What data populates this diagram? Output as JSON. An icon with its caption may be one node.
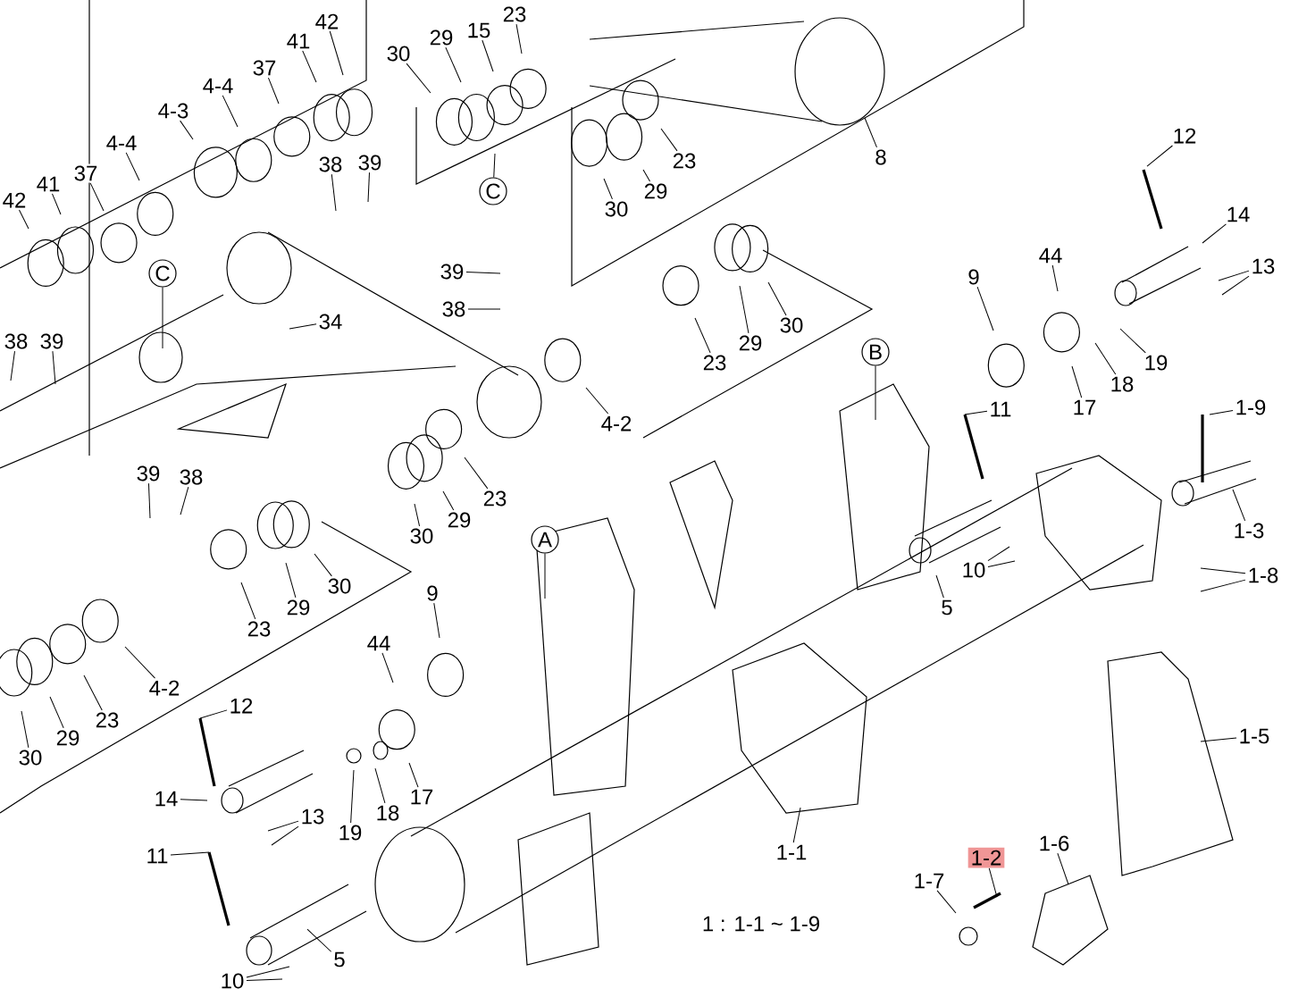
{
  "diagram": {
    "nodes": [
      {
        "text": [
          "42"
        ]
      },
      {
        "text": [
          "41"
        ]
      },
      {
        "text": [
          "23"
        ]
      },
      {
        "text": [
          "15"
        ]
      },
      {
        "text": [
          "29"
        ]
      },
      {
        "text": [
          "30"
        ]
      },
      {
        "text": [
          "37"
        ]
      },
      {
        "text": [
          "4-4"
        ]
      },
      {
        "text": [
          "4-3"
        ]
      },
      {
        "text": [
          "4-4"
        ]
      },
      {
        "text": [
          "8"
        ]
      },
      {
        "text": [
          "23"
        ]
      },
      {
        "text": [
          "38"
        ]
      },
      {
        "text": [
          "39"
        ]
      },
      {
        "text": [
          "37"
        ]
      },
      {
        "text": [
          "41"
        ]
      },
      {
        "text": [
          "29"
        ]
      },
      {
        "text": [
          "C"
        ]
      },
      {
        "text": [
          "42"
        ]
      },
      {
        "text": [
          "30"
        ]
      },
      {
        "text": [
          "12"
        ]
      },
      {
        "text": [
          "14"
        ]
      },
      {
        "text": [
          "44"
        ]
      },
      {
        "text": [
          "13"
        ]
      },
      {
        "text": [
          "C"
        ]
      },
      {
        "text": [
          "39"
        ]
      },
      {
        "text": [
          "9"
        ]
      },
      {
        "text": [
          "38"
        ]
      },
      {
        "text": [
          "34"
        ]
      },
      {
        "text": [
          "30"
        ]
      },
      {
        "text": [
          "38"
        ]
      },
      {
        "text": [
          "39"
        ]
      },
      {
        "text": [
          "29"
        ]
      },
      {
        "text": [
          "B"
        ]
      },
      {
        "text": [
          "23"
        ]
      },
      {
        "text": [
          "19"
        ]
      },
      {
        "text": [
          "18"
        ]
      },
      {
        "text": [
          "1-9"
        ]
      },
      {
        "text": [
          "17"
        ]
      },
      {
        "text": [
          "11"
        ]
      },
      {
        "text": [
          "4-2"
        ]
      },
      {
        "text": [
          "39"
        ]
      },
      {
        "text": [
          "38"
        ]
      },
      {
        "text": [
          "23"
        ]
      },
      {
        "text": [
          "29"
        ]
      },
      {
        "text": [
          "30"
        ]
      },
      {
        "text": [
          "1-3"
        ]
      },
      {
        "text": [
          "A"
        ]
      },
      {
        "text": [
          "1-8"
        ]
      },
      {
        "text": [
          "10"
        ]
      },
      {
        "text": [
          "30"
        ]
      },
      {
        "text": [
          "9"
        ]
      },
      {
        "text": [
          "29"
        ]
      },
      {
        "text": [
          "5"
        ]
      },
      {
        "text": [
          "23"
        ]
      },
      {
        "text": [
          "44"
        ]
      },
      {
        "text": [
          "4-2"
        ]
      },
      {
        "text": [
          "12"
        ]
      },
      {
        "text": [
          "23"
        ]
      },
      {
        "text": [
          "1-5"
        ]
      },
      {
        "text": [
          "29"
        ]
      },
      {
        "text": [
          "30"
        ]
      },
      {
        "text": [
          "17"
        ]
      },
      {
        "text": [
          "14"
        ]
      },
      {
        "text": [
          "18"
        ]
      },
      {
        "text": [
          "13"
        ]
      },
      {
        "text": [
          "19"
        ]
      },
      {
        "text": [
          "1-6"
        ]
      },
      {
        "text": [
          "1-1"
        ]
      },
      {
        "text": [
          "1-2"
        ]
      },
      {
        "text": [
          "11"
        ]
      },
      {
        "text": [
          "1-7"
        ]
      },
      {
        "text": [
          "5"
        ]
      },
      {
        "text": [
          "10"
        ]
      }
    ],
    "edges": [
      {
        "from": 0,
        "to": null,
        "arrow": "none"
      },
      {
        "from": 1,
        "to": null,
        "arrow": "none"
      },
      {
        "from": 2,
        "to": null,
        "arrow": "none"
      },
      {
        "from": 3,
        "to": null,
        "arrow": "none"
      },
      {
        "from": 4,
        "to": null,
        "arrow": "none"
      },
      {
        "from": 5,
        "to": null,
        "arrow": "none"
      },
      {
        "from": 6,
        "to": null,
        "arrow": "none"
      },
      {
        "from": 7,
        "to": null,
        "arrow": "none"
      },
      {
        "from": 8,
        "to": null,
        "arrow": "none"
      },
      {
        "from": 9,
        "to": null,
        "arrow": "none"
      },
      {
        "from": 10,
        "to": null,
        "arrow": "none"
      },
      {
        "from": 11,
        "to": null,
        "arrow": "none"
      },
      {
        "from": 12,
        "to": null,
        "arrow": "none"
      },
      {
        "from": 13,
        "to": null,
        "arrow": "none"
      },
      {
        "from": 14,
        "to": null,
        "arrow": "none"
      },
      {
        "from": 15,
        "to": null,
        "arrow": "none"
      },
      {
        "from": 16,
        "to": null,
        "arrow": "none"
      },
      {
        "from": 17,
        "to": null,
        "arrow": "none"
      },
      {
        "from": 18,
        "to": null,
        "arrow": "none"
      },
      {
        "from": 19,
        "to": null,
        "arrow": "none"
      },
      {
        "from": 20,
        "to": null,
        "arrow": "none"
      },
      {
        "from": 21,
        "to": null,
        "arrow": "none"
      },
      {
        "from": 22,
        "to": null,
        "arrow": "none"
      },
      {
        "from": 23,
        "to": null,
        "arrow": "none"
      },
      {
        "from": 23,
        "to": null,
        "arrow": "none"
      },
      {
        "from": 24,
        "to": null,
        "arrow": "none"
      },
      {
        "from": 25,
        "to": null,
        "arrow": "none"
      },
      {
        "from": 26,
        "to": null,
        "arrow": "none"
      },
      {
        "from": 27,
        "to": null,
        "arrow": "none"
      },
      {
        "from": 28,
        "to": null,
        "arrow": "none"
      },
      {
        "from": 29,
        "to": null,
        "arrow": "none"
      },
      {
        "from": 30,
        "to": null,
        "arrow": "none"
      },
      {
        "from": 31,
        "to": null,
        "arrow": "none"
      },
      {
        "from": 32,
        "to": null,
        "arrow": "none"
      },
      {
        "from": 33,
        "to": null,
        "arrow": "none"
      },
      {
        "from": 34,
        "to": null,
        "arrow": "none"
      },
      {
        "from": 35,
        "to": null,
        "arrow": "none"
      },
      {
        "from": 36,
        "to": null,
        "arrow": "none"
      },
      {
        "from": 37,
        "to": null,
        "arrow": "none"
      },
      {
        "from": 38,
        "to": null,
        "arrow": "none"
      },
      {
        "from": 39,
        "to": null,
        "arrow": "none"
      },
      {
        "from": 40,
        "to": null,
        "arrow": "none"
      },
      {
        "from": 41,
        "to": null,
        "arrow": "none"
      },
      {
        "from": 42,
        "to": null,
        "arrow": "none"
      },
      {
        "from": 43,
        "to": null,
        "arrow": "none"
      },
      {
        "from": 44,
        "to": null,
        "arrow": "none"
      },
      {
        "from": 45,
        "to": null,
        "arrow": "none"
      },
      {
        "from": 46,
        "to": null,
        "arrow": "none"
      },
      {
        "from": 47,
        "to": null,
        "arrow": "none"
      },
      {
        "from": 48,
        "to": null,
        "arrow": "none"
      },
      {
        "from": 48,
        "to": null,
        "arrow": "none"
      },
      {
        "from": 49,
        "to": null,
        "arrow": "none"
      },
      {
        "from": 49,
        "to": null,
        "arrow": "none"
      },
      {
        "from": 50,
        "to": null,
        "arrow": "none"
      },
      {
        "from": 51,
        "to": null,
        "arrow": "none"
      },
      {
        "from": 52,
        "to": null,
        "arrow": "none"
      },
      {
        "from": 53,
        "to": null,
        "arrow": "none"
      },
      {
        "from": 54,
        "to": null,
        "arrow": "none"
      },
      {
        "from": 55,
        "to": null,
        "arrow": "none"
      },
      {
        "from": 56,
        "to": null,
        "arrow": "none"
      },
      {
        "from": 57,
        "to": null,
        "arrow": "none"
      },
      {
        "from": 58,
        "to": null,
        "arrow": "none"
      },
      {
        "from": 59,
        "to": null,
        "arrow": "none"
      },
      {
        "from": 60,
        "to": null,
        "arrow": "none"
      },
      {
        "from": 61,
        "to": null,
        "arrow": "none"
      },
      {
        "from": 62,
        "to": null,
        "arrow": "none"
      },
      {
        "from": 63,
        "to": null,
        "arrow": "none"
      },
      {
        "from": 64,
        "to": null,
        "arrow": "none"
      },
      {
        "from": 65,
        "to": null,
        "arrow": "none"
      },
      {
        "from": 65,
        "to": null,
        "arrow": "none"
      },
      {
        "from": 66,
        "to": null,
        "arrow": "none"
      },
      {
        "from": 67,
        "to": null,
        "arrow": "none"
      },
      {
        "from": 68,
        "to": null,
        "arrow": "none"
      },
      {
        "from": 69,
        "to": null,
        "arrow": "none"
      },
      {
        "from": 70,
        "to": null,
        "arrow": "none"
      },
      {
        "from": 71,
        "to": null,
        "arrow": "none"
      },
      {
        "from": 72,
        "to": null,
        "arrow": "none"
      },
      {
        "from": 73,
        "to": null,
        "arrow": "none"
      },
      {
        "from": 73,
        "to": null,
        "arrow": "none"
      }
    ],
    "labels": [
      "1 : 1-1 ~ 1-9"
    ]
  }
}
